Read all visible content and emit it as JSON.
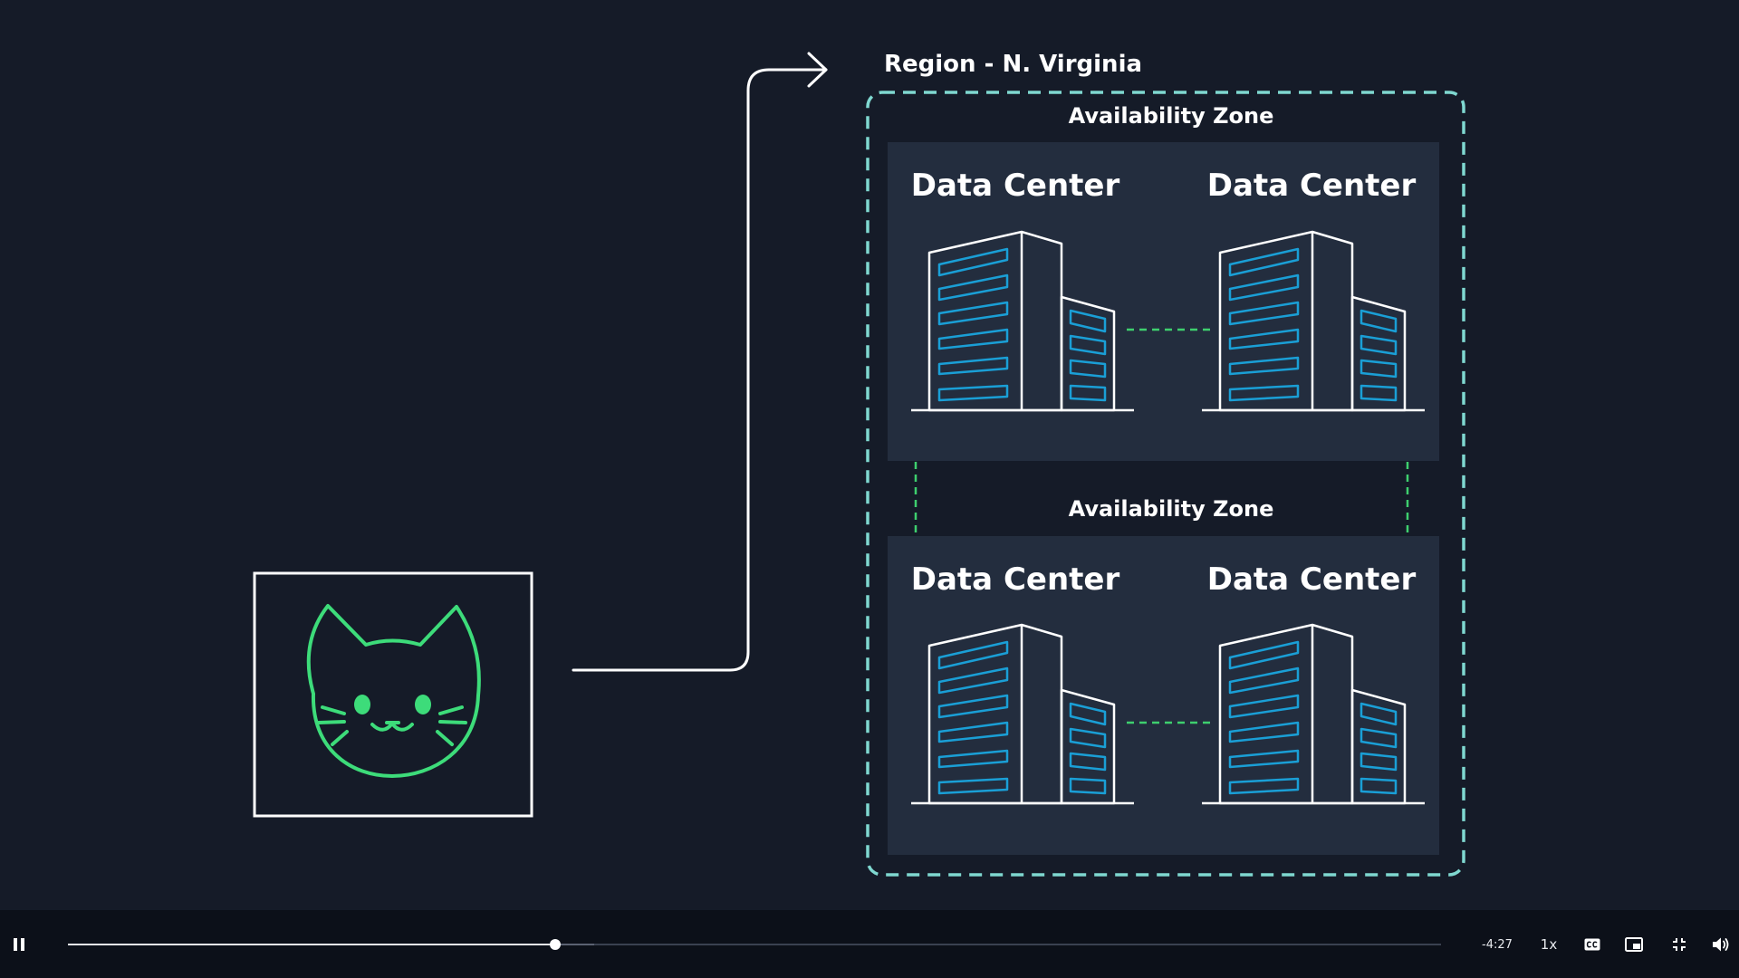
{
  "diagram": {
    "region_title": "Region - N. Virginia",
    "availability_zones": [
      {
        "label": "Availability Zone",
        "data_centers": [
          {
            "label": "Data Center"
          },
          {
            "label": "Data Center"
          }
        ]
      },
      {
        "label": "Availability Zone",
        "data_centers": [
          {
            "label": "Data Center"
          },
          {
            "label": "Data Center"
          }
        ]
      }
    ],
    "client_icon": "cat-face-icon",
    "datacenter_icon": "building-icon",
    "colors": {
      "background": "#151b28",
      "zone_panel": "#232d3e",
      "region_border": "#7fd8d0",
      "link_dashes": "#3ecf6e",
      "cat_stroke": "#3ddc7a",
      "window_stroke": "#1a9fd6",
      "building_stroke": "#ffffff"
    }
  },
  "player": {
    "time_remaining": "-4:27",
    "playback_rate": "1x",
    "progress_fraction": 0.355,
    "buffered_fraction": 0.383,
    "icons": {
      "play_pause": "pause-icon",
      "captions": "closed-captions-icon",
      "pip": "picture-in-picture-icon",
      "fullscreen": "exit-fullscreen-icon",
      "volume": "volume-icon"
    }
  }
}
